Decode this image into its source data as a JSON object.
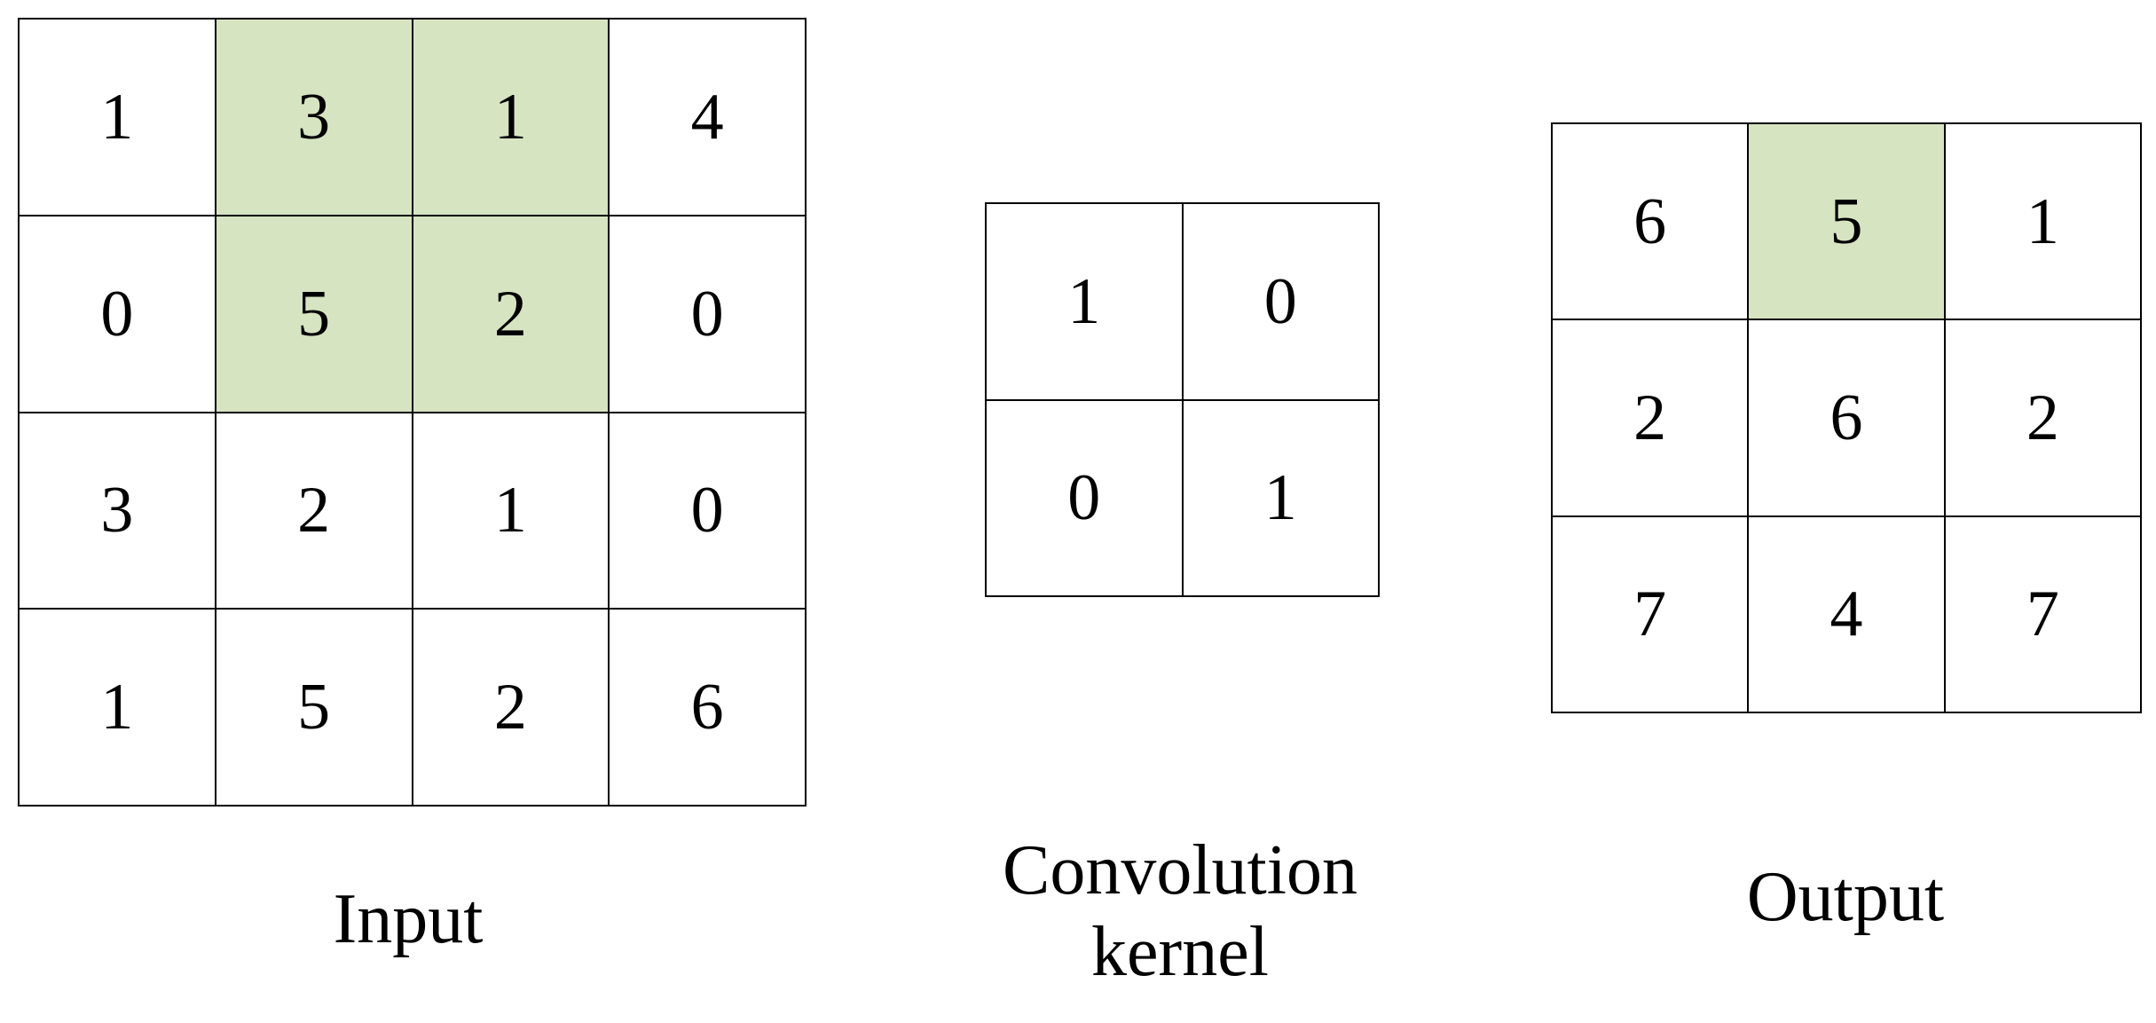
{
  "input": {
    "label": "Input",
    "cells": [
      [
        "1",
        "3",
        "1",
        "4"
      ],
      [
        "0",
        "5",
        "2",
        "0"
      ],
      [
        "3",
        "2",
        "1",
        "0"
      ],
      [
        "1",
        "5",
        "2",
        "6"
      ]
    ],
    "highlighted": [
      [
        0,
        1
      ],
      [
        0,
        2
      ],
      [
        1,
        1
      ],
      [
        1,
        2
      ]
    ]
  },
  "kernel": {
    "label_line1": "Convolution",
    "label_line2": "kernel",
    "cells": [
      [
        "1",
        "0"
      ],
      [
        "0",
        "1"
      ]
    ],
    "highlighted": []
  },
  "output": {
    "label": "Output",
    "cells": [
      [
        "6",
        "5",
        "1"
      ],
      [
        "2",
        "6",
        "2"
      ],
      [
        "7",
        "4",
        "7"
      ]
    ],
    "highlighted": [
      [
        0,
        1
      ]
    ]
  },
  "colors": {
    "highlight": "#d6e4c1",
    "grid_line": "#000000",
    "background": "#ffffff"
  }
}
